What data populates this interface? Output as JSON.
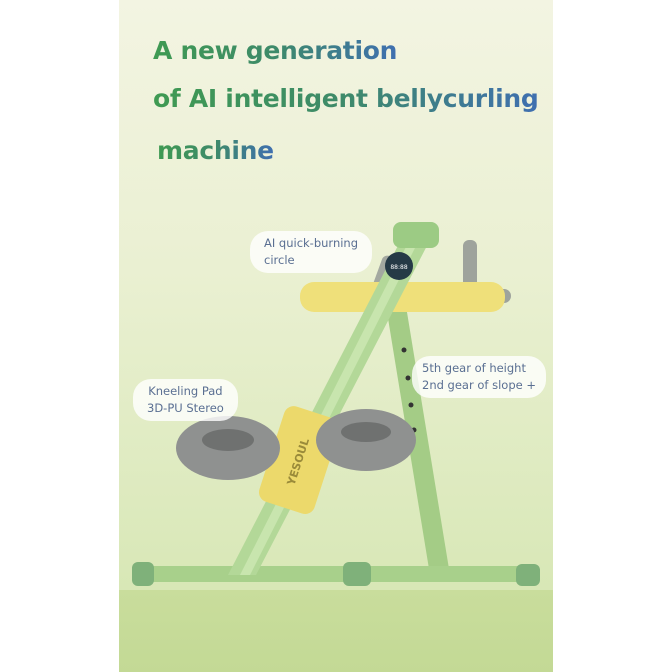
{
  "headline": {
    "line1": "A new generation",
    "line2": "of AI intelligent bellycurling",
    "line3": "machine"
  },
  "callouts": {
    "ai_circle": {
      "line1": "AI quick-burning",
      "line2": "circle"
    },
    "kneeling_pad": {
      "line1": "Kneeling Pad",
      "line2": "3D-PU Stereo"
    },
    "gear": {
      "line1": "5th gear of height",
      "line2": "2nd gear of slope +"
    }
  },
  "product": {
    "brand": "YESOUL"
  },
  "colors": {
    "frame": "#a9d08c",
    "roller": "#efe07a",
    "pad": "#8f9190",
    "floor": "#c6db98"
  }
}
